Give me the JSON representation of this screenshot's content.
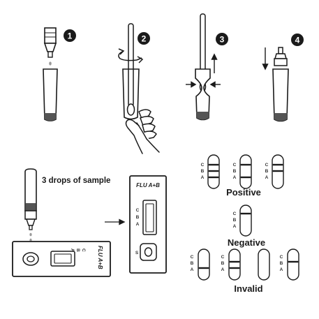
{
  "steps": [
    {
      "number": "1"
    },
    {
      "number": "2"
    },
    {
      "number": "3"
    },
    {
      "number": "4"
    }
  ],
  "sample_instruction": "3 drops of sample",
  "cassette_label": "FLU A+B",
  "cassette_lines": [
    "C",
    "B",
    "A"
  ],
  "cassette_sample_mark": "S",
  "results": {
    "positive_label": "Positive",
    "negative_label": "Negative",
    "invalid_label": "Invalid"
  },
  "strip_lines": [
    "C",
    "B",
    "A"
  ],
  "colors": {
    "ink": "#1a1a1a",
    "liquid": "#555555",
    "tube_fill": "#ffffff"
  }
}
